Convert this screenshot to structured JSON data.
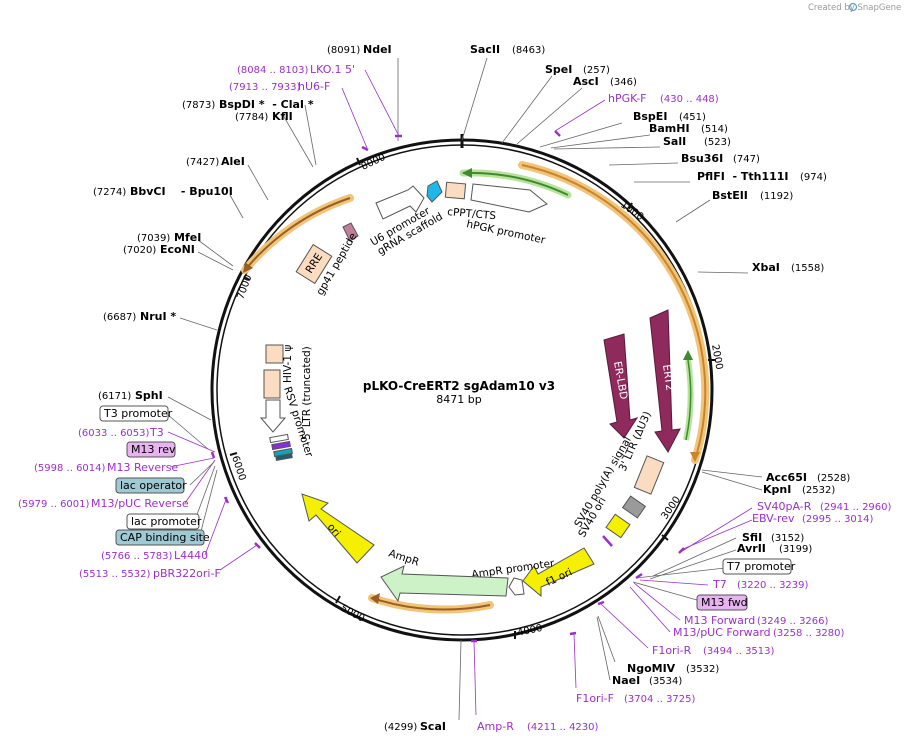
{
  "credit": "Created by SnapGene",
  "title": "pLKO-CreERT2 sgAdam10 v3",
  "length_label": "8471 bp",
  "ticks": [
    "1000",
    "2000",
    "3000",
    "4000",
    "5000",
    "6000",
    "7000",
    "8000"
  ],
  "sites_right": [
    {
      "name": "SacII",
      "pos": "(8463)"
    },
    {
      "name": "SpeI",
      "pos": "(257)"
    },
    {
      "name": "AscI",
      "pos": "(346)"
    },
    {
      "name": "BspEI",
      "pos": "(451)"
    },
    {
      "name": "BamHI",
      "pos": "(514)"
    },
    {
      "name": "SalI",
      "pos": "(523)"
    },
    {
      "name": "Bsu36I",
      "pos": "(747)"
    },
    {
      "name": "PflFI  - Tth111I",
      "pos": "(974)"
    },
    {
      "name": "BstEII",
      "pos": "(1192)"
    },
    {
      "name": "XbaI",
      "pos": "(1558)"
    },
    {
      "name": "Acc65I",
      "pos": "(2528)"
    },
    {
      "name": "KpnI",
      "pos": "(2532)"
    },
    {
      "name": "SfiI",
      "pos": "(3152)"
    },
    {
      "name": "AvrII",
      "pos": "(3199)"
    },
    {
      "name": "NgoMIV",
      "pos": "(3532)"
    },
    {
      "name": "NaeI",
      "pos": "(3534)"
    },
    {
      "name": "ScaI",
      "pos": "(4299)"
    }
  ],
  "sites_left": [
    {
      "name": "NdeI",
      "pos": "(8091)"
    },
    {
      "name": "BspDI *  - ClaI *",
      "pos": "(7873)"
    },
    {
      "name": "KflI",
      "pos": "(7784)"
    },
    {
      "name": "AleI",
      "pos": "(7427)"
    },
    {
      "name": "BbvCI    - Bpu10I",
      "pos": "(7274)"
    },
    {
      "name": "MfeI",
      "pos": "(7039)"
    },
    {
      "name": "EcoNI",
      "pos": "(7020)"
    },
    {
      "name": "NruI *",
      "pos": "(6687)"
    },
    {
      "name": "SphI",
      "pos": "(6171)"
    }
  ],
  "primers_right": [
    {
      "name": "hPGK-F",
      "pos": "(430 .. 448)"
    },
    {
      "name": "SV40pA-R",
      "pos": "(2941 .. 2960)"
    },
    {
      "name": "EBV-rev",
      "pos": "(2995 .. 3014)"
    },
    {
      "name": "T7",
      "pos": "(3220 .. 3239)"
    },
    {
      "name": "M13 Forward",
      "pos": "(3249 .. 3266)"
    },
    {
      "name": "M13/pUC Forward",
      "pos": "(3258 .. 3280)"
    },
    {
      "name": "F1ori-R",
      "pos": "(3494 .. 3513)"
    },
    {
      "name": "F1ori-F",
      "pos": "(3704 .. 3725)"
    },
    {
      "name": "Amp-R",
      "pos": "(4211 .. 4230)"
    }
  ],
  "primers_left": [
    {
      "name": "LKO.1 5'",
      "pos": "(8084 .. 8103)"
    },
    {
      "name": "hU6-F",
      "pos": "(7913 .. 7933)"
    },
    {
      "name": "T3",
      "pos": "(6033 .. 6053)"
    },
    {
      "name": "M13 Reverse",
      "pos": "(5998 .. 6014)"
    },
    {
      "name": "M13/pUC Reverse",
      "pos": "(5979 .. 6001)"
    },
    {
      "name": "L4440",
      "pos": "(5766 .. 5783)"
    },
    {
      "name": "pBR322ori-F",
      "pos": "(5513 .. 5532)"
    }
  ],
  "boxed_labels": {
    "t7_promoter": "T7 promoter",
    "m13_fwd": "M13 fwd",
    "t3_promoter": "T3 promoter",
    "m13_rev": "M13 rev",
    "lac_operator": "lac operator",
    "lac_promoter": "lac promoter",
    "cap_site": "CAP binding site"
  },
  "features": {
    "cppt": "cPPT/CTS",
    "hpgk": "hPGK promoter",
    "u6": "U6 promoter",
    "grna": "gRNA scaffold",
    "gp41": "gp41 peptide",
    "rre": "RRE",
    "hiv_psi": "HIV-1 ψ",
    "ltr5": "5' LTR (truncated)",
    "rsv": "RSV promoter",
    "er_lbd": "ER-LBD",
    "ert2": "ERT2",
    "ltr3": "3' LTR (ΔU3)",
    "sv40pa": "SV40 poly(A) signal",
    "sv40ori": "SV40 ori",
    "f1ori": "f1 ori",
    "ampr_promoter": "AmpR promoter",
    "ampr": "AmpR",
    "ori": "ori"
  },
  "colors": {
    "primer": "#9b30c8",
    "orf_band": "#f2c47a",
    "orf_arrow": "#c9852a",
    "green_arrow": "#3f8a2f",
    "er_arrow": "#8f2a5c",
    "ampr_fill": "#cdf2c8",
    "ori_fill": "#f4f000",
    "ltr_fill": "#fbdcc0",
    "cap_fill": "#9fc9d3",
    "m13_fill": "#e7b3f0"
  }
}
